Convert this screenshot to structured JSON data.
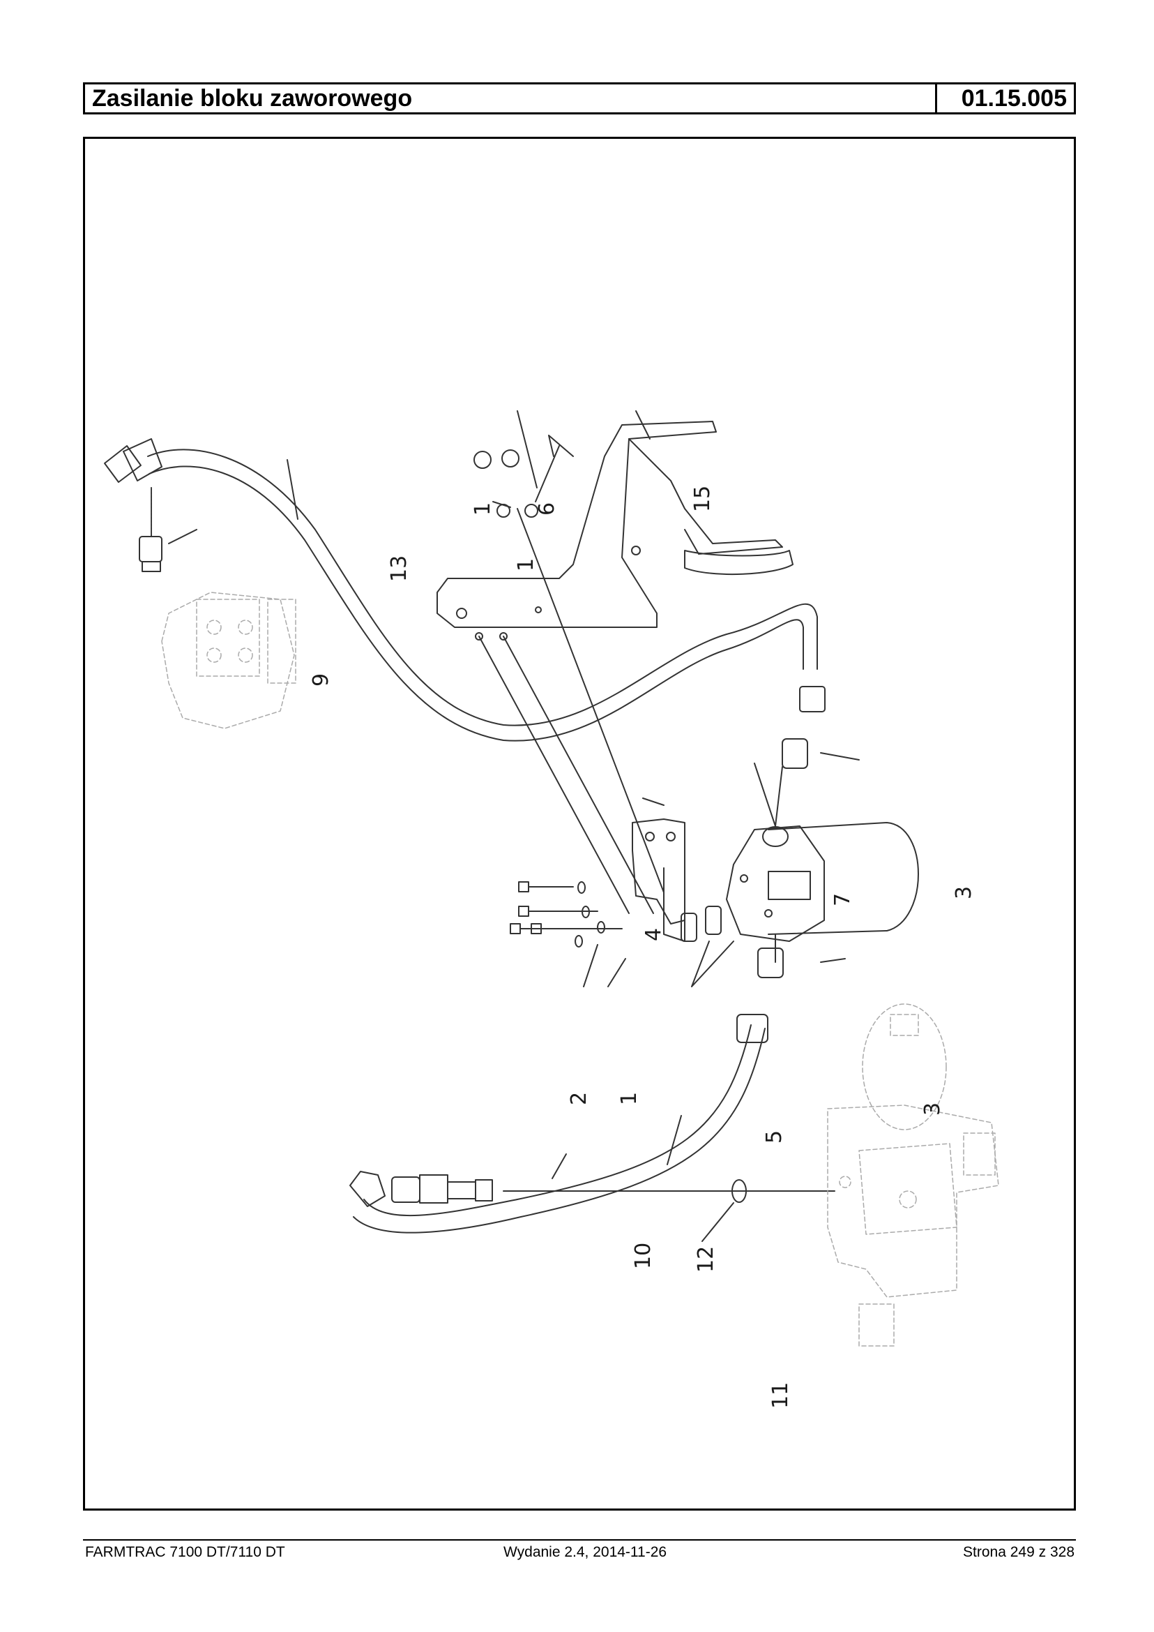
{
  "header": {
    "title": "Zasilanie bloku zaworowego",
    "code": "01.15.005"
  },
  "callouts": [
    "1",
    "1",
    "1",
    "2",
    "3",
    "3",
    "4",
    "5",
    "6",
    "7",
    "9",
    "10",
    "11",
    "12",
    "13",
    "15"
  ],
  "footer": {
    "model": "FARMTRAC 7100 DT/7110 DT",
    "edition": "Wydanie 2.4,  2014-11-26",
    "page": "Strona 249 z 328"
  }
}
